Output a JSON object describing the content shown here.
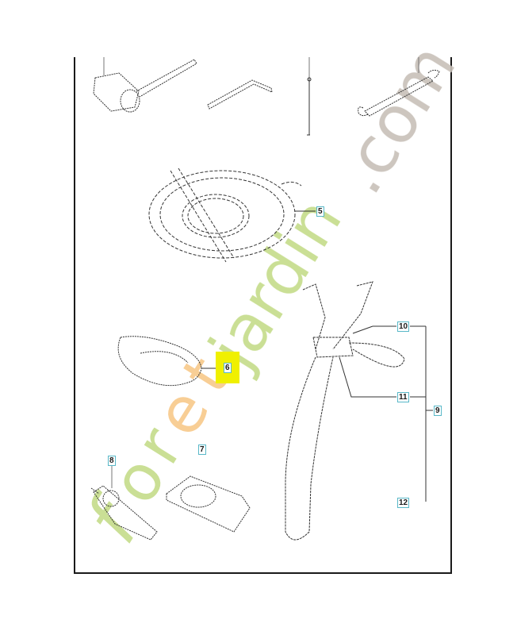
{
  "diagram": {
    "type": "exploded-parts-diagram",
    "subject": "Accessory kit parts",
    "callouts": [
      {
        "id": "5",
        "label": "5",
        "part": "coiled cable / strap"
      },
      {
        "id": "6",
        "label": "6",
        "part": "bowl cover",
        "highlighted": true
      },
      {
        "id": "7",
        "label": "7",
        "part": "tray / plate"
      },
      {
        "id": "8",
        "label": "8",
        "part": "grease tube"
      },
      {
        "id": "9",
        "label": "9",
        "part": "harness assembly"
      },
      {
        "id": "10",
        "label": "10",
        "part": "shoulder strap"
      },
      {
        "id": "11",
        "label": "11",
        "part": "hook / buckle"
      },
      {
        "id": "12",
        "label": "12",
        "part": "hip pad"
      }
    ],
    "tools": [
      "spark-plug-wrench",
      "hex-key",
      "screwdriver-pin",
      "combination-wrench"
    ]
  },
  "watermark": {
    "text_prefix": "foret",
    "text_mid": "jardin",
    "text_suffix": ".com",
    "colors": {
      "green": "#c5dc8a",
      "orange": "#f8c98a",
      "gray": "#c8c0b8"
    }
  },
  "colors": {
    "callout_border": "#59b8c8",
    "highlight": "#f0f000",
    "line": "#333333"
  }
}
